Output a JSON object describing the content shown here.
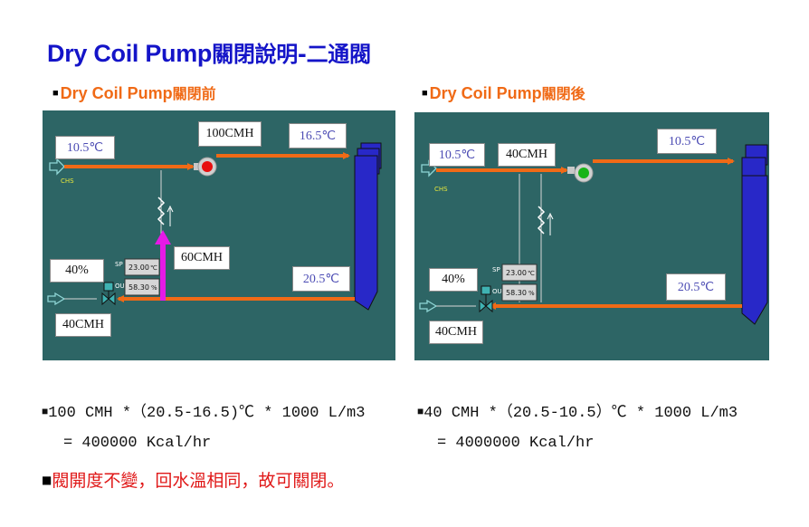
{
  "title": {
    "en": "Dry Coil Pump",
    "zh": "關閉說明-二通閥"
  },
  "before": {
    "heading_en": "Dry Coil Pump",
    "heading_zh": "關閉前",
    "inlet_temp": "10.5℃",
    "pump_flow": "100CMH",
    "supply_temp": "16.5℃",
    "bypass_flow": "60CMH",
    "return_temp": "20.5℃",
    "valve_open": "40%",
    "return_flow": "40CMH",
    "chs_label": "CHS",
    "sp_label": "SP",
    "out_label": "OUT",
    "sp_value": "23.00",
    "sp_unit": "℃",
    "out_value": "58.30",
    "out_unit": "%",
    "pump_color": "#e81010"
  },
  "after": {
    "heading_en": "Dry Coil Pump",
    "heading_zh": "關閉後",
    "inlet_temp": "10.5℃",
    "pump_flow": "40CMH",
    "supply_temp": "10.5℃",
    "return_temp": "20.5℃",
    "valve_open": "40%",
    "return_flow": "40CMH",
    "chs_label": "CHS",
    "sp_label": "SP",
    "out_label": "OUT",
    "sp_value": "23.00",
    "sp_unit": "℃",
    "out_value": "58.30",
    "out_unit": "%",
    "pump_color": "#18b418"
  },
  "formula_before": {
    "line1": "100 CMH *（20.5-16.5)℃ * 1000 L/m3",
    "line2": "= 400000 Kcal/hr"
  },
  "formula_after": {
    "line1": "40 CMH *（20.5-10.5）℃ * 1000 L/m3",
    "line2": "= 4000000 Kcal/hr"
  },
  "conclusion": "閥開度不變，回水溫相同，故可關閉。",
  "colors": {
    "title": "#1414c8",
    "subheading": "#f06a16",
    "panel_bg": "#2d6565",
    "pipe": "#f06a16",
    "coil": "#2828c8",
    "bypass_arrow": "#e619e6",
    "conclusion": "#e01818"
  }
}
